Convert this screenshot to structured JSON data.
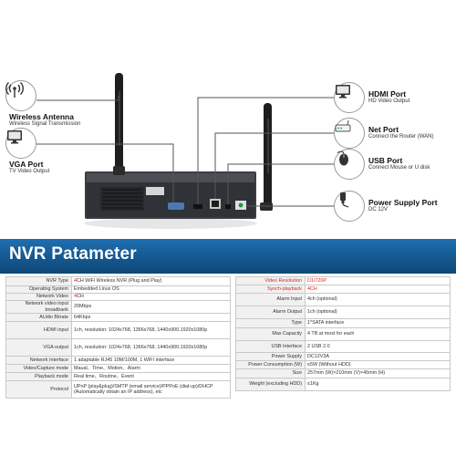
{
  "callouts": {
    "wireless_antenna": {
      "title": "Wireless Antenna",
      "sub": "Wireless Signal Transmission",
      "icon": "wireless-signal-icon"
    },
    "vga_port": {
      "title": "VGA Port",
      "sub": "TV Video Output",
      "icon": "monitor-icon"
    },
    "hdmi_port": {
      "title": "HDMI Port",
      "sub": "HD Video Output",
      "icon": "monitor-icon"
    },
    "net_port": {
      "title": "Net Port",
      "sub": "Connect the Router (WAN)",
      "icon": "router-icon"
    },
    "usb_port": {
      "title": "USB Port",
      "sub": "Connect Mouse or U disk",
      "icon": "mouse-icon"
    },
    "power_port": {
      "title": "Power Supply Port",
      "sub": "DC 12V",
      "icon": "power-plug-icon"
    }
  },
  "banner": {
    "title": "NVR Patameter"
  },
  "left_table": [
    {
      "label": "NVR Type",
      "value_prefix": "4",
      "value": "CH WiFi Wireless NVR (Plug and Play)"
    },
    {
      "label": "Operating System",
      "value_prefix": "",
      "value": "Embedded Linux OS"
    },
    {
      "label": "Network Video",
      "value_prefix": "4",
      "value": "CH"
    },
    {
      "label": "Network video input broadbank",
      "value_prefix": "",
      "value": "20Mbps"
    },
    {
      "label": "AUdio Bitrate",
      "value_prefix": "",
      "value": "64Kbps"
    },
    {
      "label": "HDMI input",
      "value_prefix": "",
      "value": "1ch, resolution: 1024x768, 1366x768, 1440x900,1920x1080p"
    },
    {
      "label": "VGA output",
      "value_prefix": "",
      "value": "1ch, resolution: 1024x768, 1366x768, 1440x900,1920x1080p"
    },
    {
      "label": "Network Interface",
      "value_prefix": "",
      "value": "1 adaptable RJ45 10M/100M, 1 WIFI interface"
    },
    {
      "label": "Video/Capture mode",
      "value_prefix": "",
      "value": "Maual、Time、Motion、Alarm"
    },
    {
      "label": "Playback mode",
      "value_prefix": "",
      "value": "Real time、Routine、Event"
    },
    {
      "label": "Protocol",
      "value_prefix": "",
      "value": "UPnP (play&plug)/SMTP (email service)/PPPoE (dial-up)/DHCP (Automatically obtain an IP address), etc"
    }
  ],
  "right_table": [
    {
      "label": "Video Resolution",
      "value": "D1/720P",
      "highlight": true
    },
    {
      "label": "Synch-playback",
      "value": "4CH",
      "highlight": true
    },
    {
      "label": "Alarm Input",
      "value": "4ch (optional)",
      "highlight": false
    },
    {
      "label": "Alarm Output",
      "value": "1ch (optional)",
      "highlight": false
    },
    {
      "label": "Type",
      "value": "1*SATA interface",
      "highlight": false
    },
    {
      "label": "Max Capacity",
      "value": "4 TB at most for each",
      "highlight": false
    },
    {
      "label": "USB Interface",
      "value": "2 USB 2.0",
      "highlight": false
    },
    {
      "label": "Power Supply",
      "value": "DC12V3A",
      "highlight": false
    },
    {
      "label": "Power Consumption (W)",
      "value": "≤5W (Without HDD)",
      "highlight": false
    },
    {
      "label": "Size",
      "value": "257mm (W)×210mm (V)×45mm (H)",
      "highlight": false
    },
    {
      "label": "Weight (excluding HDD)",
      "value": "≤1Kg",
      "highlight": false
    }
  ],
  "colors": {
    "banner": "#1f6fb0",
    "highlight": "#d8242a",
    "label_bg": "#f1f1f1"
  }
}
